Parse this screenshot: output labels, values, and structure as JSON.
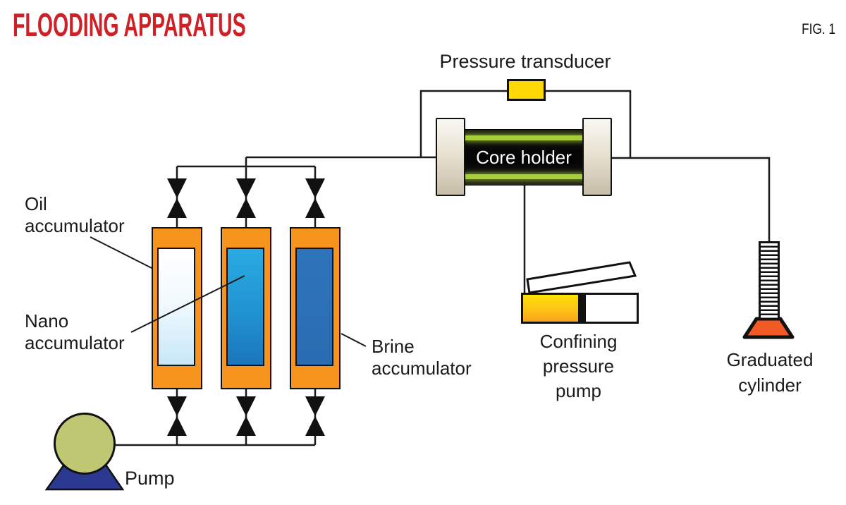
{
  "title": "FLOODING APPARATUS",
  "figure_label": "FIG. 1",
  "diagram": {
    "pressure_transducer": {
      "label": "Pressure transducer"
    },
    "core_holder": {
      "label": "Core holder"
    },
    "accumulators": [
      {
        "id": "oil",
        "label_lines": [
          "Oil",
          "accumulator"
        ]
      },
      {
        "id": "nano",
        "label_lines": [
          "Nano",
          "accumulator"
        ]
      },
      {
        "id": "brine",
        "label_lines": [
          "Brine",
          "accumulator"
        ]
      }
    ],
    "confining_pressure_pump": {
      "label_lines": [
        "Confining",
        "pressure",
        "pump"
      ]
    },
    "graduated_cylinder": {
      "label_lines": [
        "Graduated",
        "cylinder"
      ]
    },
    "pump": {
      "label": "Pump"
    }
  },
  "colors": {
    "title_red": "#ce2027",
    "accumulator_orange": "#f7941e",
    "oil_fill_top": "#ffffff",
    "oil_fill_bottom": "#c8e7f8",
    "nano_fill_top": "#29abe2",
    "nano_fill_bottom": "#1b75bc",
    "brine_fill": "#2d70b6",
    "transducer_yellow": "#ffd905",
    "confining_yellow_top": "#ffe00a",
    "confining_yellow_bottom": "#f7a21e",
    "core_holder_black": "#0a0a0a",
    "core_stripe_green": "#a6ce39",
    "end_cap_beige": "#d9d1bd",
    "pump_body_olive": "#bfc772",
    "pump_base_blue": "#2b3990",
    "cylinder_base_orange": "#f15a24",
    "line_black": "#1a1a1a"
  }
}
